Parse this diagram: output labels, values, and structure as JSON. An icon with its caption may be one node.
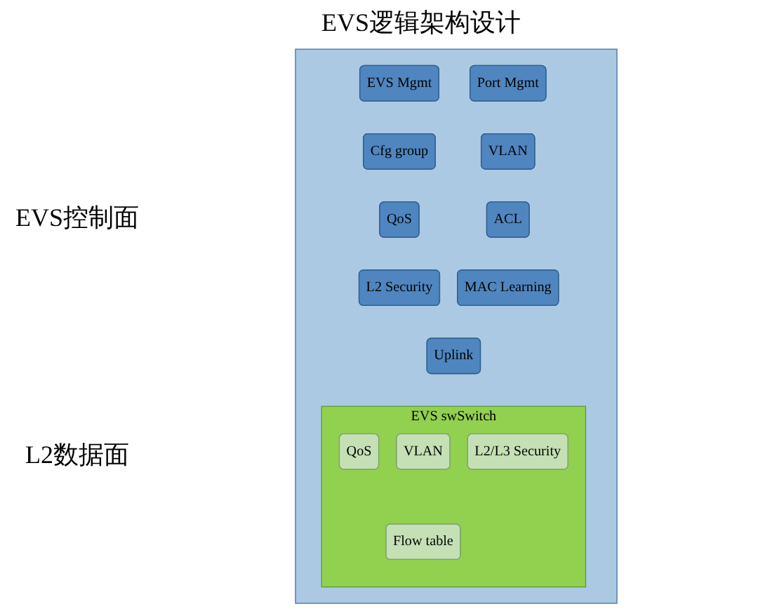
{
  "diagram": {
    "title": "EVS逻辑架构设计",
    "nodes": [
      {
        "text": [],
        "shape": "box"
      },
      {
        "text": [
          "EVS Mgmt"
        ],
        "in": 0
      },
      {
        "text": [
          "Port Mgmt"
        ],
        "in": 0
      },
      {
        "text": [
          "Cfg group"
        ],
        "in": 0
      },
      {
        "text": [
          "VLAN"
        ],
        "in": 0
      },
      {
        "text": [
          "QoS"
        ],
        "in": 0
      },
      {
        "text": [
          "ACL"
        ],
        "in": 0
      },
      {
        "text": [
          "L2 Security"
        ],
        "in": 0
      },
      {
        "text": [
          "MAC Learning"
        ],
        "in": 0
      },
      {
        "text": [
          "Uplink"
        ],
        "in": 0
      },
      {
        "text": [
          "EVS swSwitch"
        ],
        "in": 0
      },
      {
        "text": [
          "QoS"
        ],
        "in": 10
      },
      {
        "text": [
          "VLAN"
        ],
        "in": 10
      },
      {
        "text": [
          "L2/L3 Security"
        ],
        "in": 10
      },
      {
        "text": [
          "Flow table"
        ],
        "in": 10
      }
    ],
    "labels": [
      "EVS控制面",
      "L2数据面"
    ]
  }
}
